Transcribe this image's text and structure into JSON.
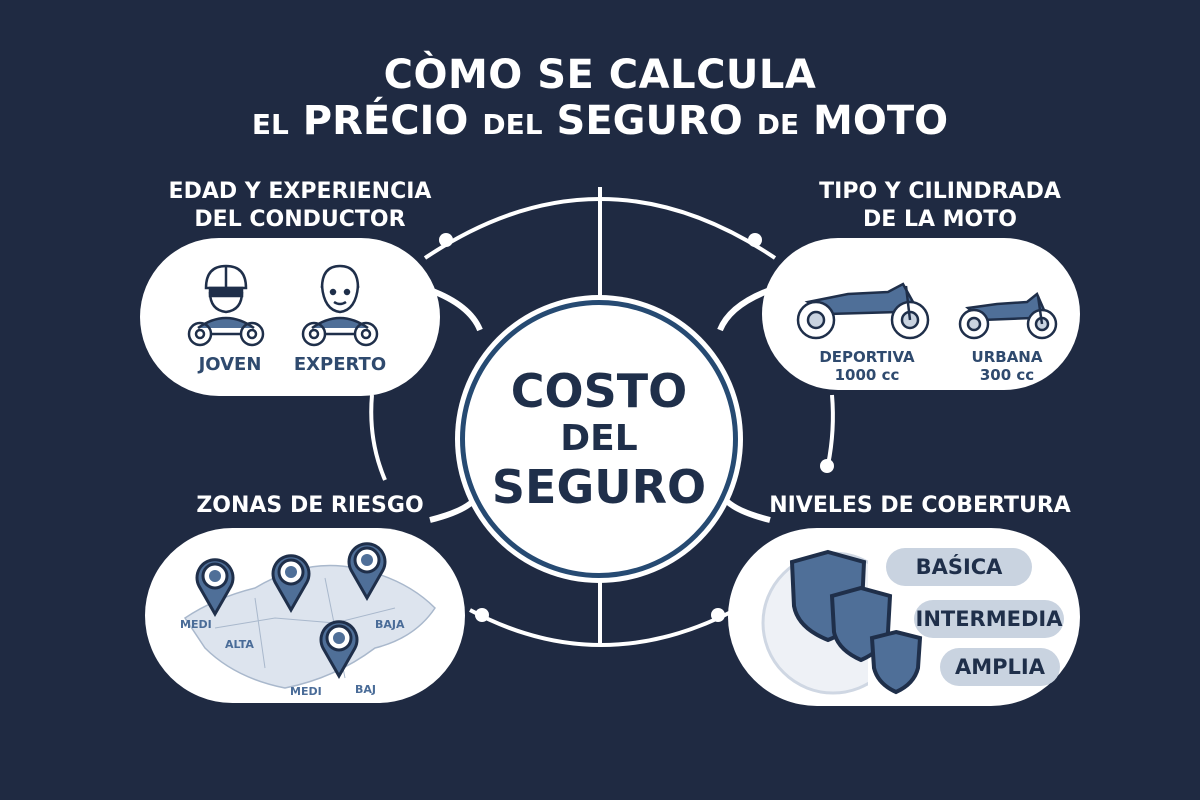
{
  "title": {
    "line1": "CÒMO SE CALCULA",
    "line2_parts": [
      "EL",
      "PRÉCIO",
      "DEL",
      "SEGURO",
      "DE",
      "MOTO"
    ]
  },
  "center": {
    "line1": "COSTO",
    "line2": "DEL",
    "line3": "SEGURO"
  },
  "factors": {
    "driver": {
      "heading_line1": "EDAD Y EXPERIENCIA",
      "heading_line2": "DEL CONDUCTOR",
      "items": [
        {
          "label": "JOVEN",
          "icon": "young-rider-helmet-sunglasses-icon"
        },
        {
          "label": "EXPERTO",
          "icon": "experienced-rider-icon"
        }
      ]
    },
    "bike": {
      "heading_line1": "TIPO Y CILINDRADA",
      "heading_line2": "DE LA MOTO",
      "items": [
        {
          "label": "DEPORTIVA",
          "sub": "1000 cc",
          "icon": "sport-motorcycle-icon"
        },
        {
          "label": "URBANA",
          "sub": "300 cc",
          "icon": "urban-motorcycle-icon"
        }
      ]
    },
    "zones": {
      "heading": "ZONAS DE RIESGO",
      "map_labels": [
        "MEDI",
        "ALTA",
        "BAJA",
        "MEDI",
        "BAJ"
      ],
      "pins": 4
    },
    "coverage": {
      "heading": "NIVELES DE COBERTURA",
      "levels": [
        "BAŚICA",
        "INTERMEDIA",
        "AMPLIA"
      ]
    }
  },
  "colors": {
    "background": "#1f2a42",
    "card": "#ffffff",
    "accent": "#2f4a6e",
    "icon_fill": "#4f6f98",
    "pill": "#c9d3e0"
  }
}
